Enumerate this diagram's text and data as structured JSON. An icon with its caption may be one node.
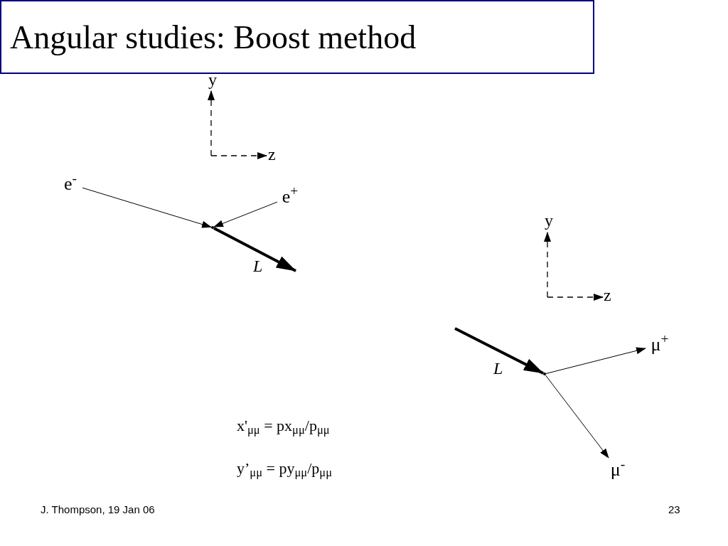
{
  "diagram": {
    "title": "Angular studies: Boost method",
    "nodes": [
      {
        "text": [
          "e$^{-}$"
        ]
      },
      {
        "text": [
          "e$^{+}$"
        ]
      },
      {
        "text": [],
        "shape": "dot"
      },
      {
        "text": [],
        "shape": "dot"
      },
      {
        "text": [
          "μ$^{+}$"
        ]
      },
      {
        "text": [
          "μ$^{-}$"
        ]
      }
    ],
    "edges": [
      {
        "from": 0,
        "to": 2,
        "arrow": "to"
      },
      {
        "from": 1,
        "to": 2,
        "arrow": "to"
      },
      {
        "from": 2,
        "to": null,
        "arrow": "to",
        "label": "L",
        "style": "thick"
      },
      {
        "from": null,
        "to": 3,
        "arrow": "to",
        "label": "L",
        "style": "thick"
      },
      {
        "from": 3,
        "to": 4,
        "arrow": "to"
      },
      {
        "from": 3,
        "to": 5,
        "arrow": "to"
      }
    ],
    "labels": [
      "y",
      "z",
      "y",
      "z",
      "x'$_{μμ}$ = px$_{μμ}$/p$_{μμ}$",
      "y’$_{μμ}$ = py$_{μμ}$/p$_{μμ}$",
      "J. Thompson, 19 Jan 06",
      "23"
    ]
  }
}
